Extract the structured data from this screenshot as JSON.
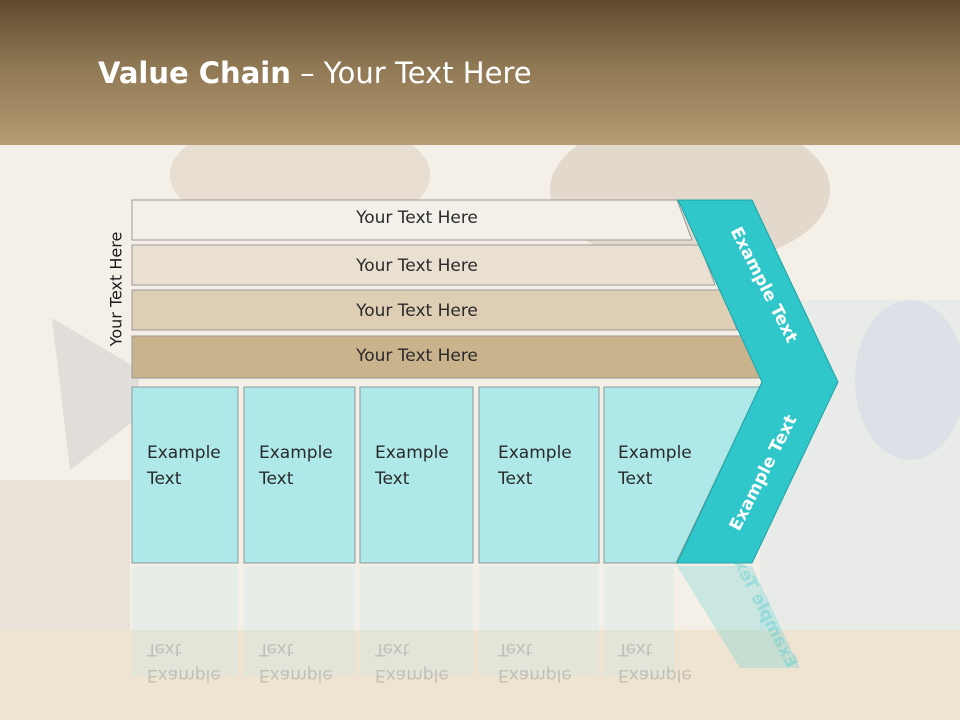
{
  "slide": {
    "title_bold": "Value Chain",
    "title_rest": " – Your Text Here",
    "side_label": "Your Text Here"
  },
  "bars": [
    {
      "label": "Your Text Here"
    },
    {
      "label": "Your Text Here"
    },
    {
      "label": "Your Text Here"
    },
    {
      "label": "Your Text Here"
    }
  ],
  "columns": [
    {
      "label": "Example\nText"
    },
    {
      "label": "Example\nText"
    },
    {
      "label": "Example\nText"
    },
    {
      "label": "Example\nText"
    },
    {
      "label": "Example\nText"
    }
  ],
  "arrow": {
    "upper_label": "Example Text",
    "lower_label": "Example Text"
  },
  "colors": {
    "header_dark": "#5f4a2e",
    "header_light": "#b49d73",
    "bar_1": "#f3f0ea",
    "bar_2": "#e9e0d1",
    "bar_3": "#ddceb4",
    "bar_4": "#c9b38c",
    "column_fill": "#aee8e8",
    "arrow_teal": "#2fc7c9"
  }
}
